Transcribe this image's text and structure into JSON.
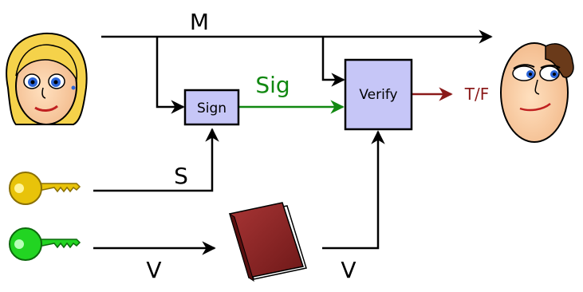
{
  "labels": {
    "message": "M",
    "signature": "Sig",
    "secret_key": "S",
    "verify_key_left": "V",
    "verify_key_right": "V",
    "result": "T/F"
  },
  "boxes": {
    "sign": "Sign",
    "verify": "Verify"
  },
  "icons": {
    "sender": "woman-face-icon",
    "receiver": "man-face-icon",
    "secret_key": "gold-key-icon",
    "public_key": "green-key-icon",
    "directory": "book-icon"
  },
  "colors": {
    "box_fill": "#c6c6f7",
    "signature_arrow": "#118811",
    "result_arrow": "#8b1a1a",
    "secret_key": "#e8c30a",
    "public_key": "#22d422",
    "book": "#8b2a2a"
  }
}
